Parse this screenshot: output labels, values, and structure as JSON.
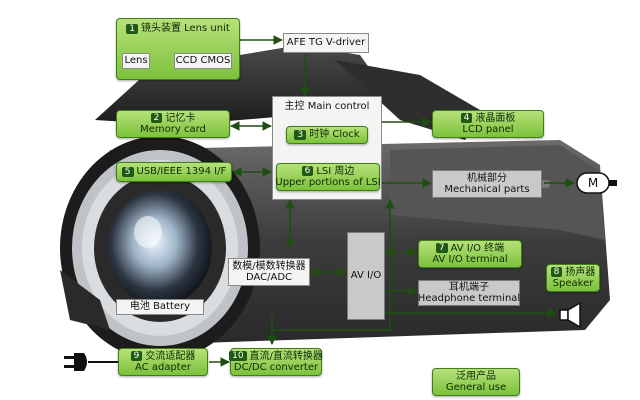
{
  "blocks": {
    "lens_unit": {
      "num": "1",
      "label": "镜头装置 Lens unit"
    },
    "lens": {
      "label": "Lens"
    },
    "ccd": {
      "label": "CCD CMOS"
    },
    "afe": {
      "label": "AFE TG V-driver"
    },
    "main_control": {
      "label": "主控 Main control"
    },
    "clock": {
      "num": "3",
      "label": "时钟 Clock"
    },
    "memory_card": {
      "num": "2",
      "label_cn": "记忆卡",
      "label_en": "Memory card"
    },
    "lcd_panel": {
      "num": "4",
      "label_cn": "液晶面板",
      "label_en": "LCD panel"
    },
    "usb": {
      "num": "5",
      "label": "USB/IEEE 1394 I/F"
    },
    "lsi": {
      "num": "6",
      "label_cn": "LSI 周边",
      "label_en": "Upper portions of LSI"
    },
    "mechanical": {
      "label_cn": "机械部分",
      "label_en": "Mechanical parts"
    },
    "motor": {
      "label": "M"
    },
    "dac": {
      "label_cn": "数模/模数转换器",
      "label_en": "DAC/ADC"
    },
    "av_io": {
      "label": "AV I/O"
    },
    "av_terminal": {
      "num": "7",
      "label_cn": "AV I/O 终端",
      "label_en": "AV I/O terminal"
    },
    "headphone": {
      "label_cn": "耳机端子",
      "label_en": "Headphone terminal"
    },
    "speaker": {
      "num": "8",
      "label_cn": "扬声器",
      "label_en": "Speaker"
    },
    "battery": {
      "label": "电池 Battery"
    },
    "ac_adapter": {
      "num": "9",
      "label_cn": "交流适配器",
      "label_en": "AC adapter"
    },
    "dcdc": {
      "num": "10",
      "label_cn": "直流/直流转换器",
      "label_en": "DC/DC converter"
    },
    "general_use": {
      "label_cn": "泛用产品",
      "label_en": "General use"
    }
  },
  "colors": {
    "green": "#7cc23a",
    "arrow": "#1e4f12",
    "body": "#3a3a3a"
  }
}
